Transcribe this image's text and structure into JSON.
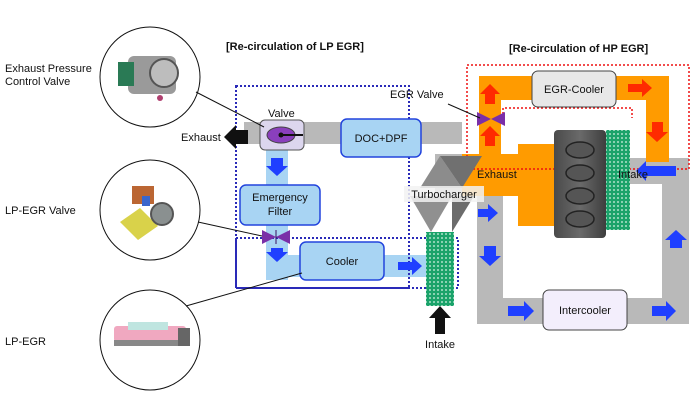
{
  "labels": {
    "exhaust_pressure_control_valve": [
      "Exhaust Pressure",
      "Control Valve"
    ],
    "lp_egr_valve": "LP-EGR Valve",
    "lp_egr": "LP-EGR",
    "lp_section_title": "[Re-circulation of LP EGR]",
    "hp_section_title": "[Re-circulation of HP EGR]",
    "valve": "Valve",
    "exhaust_outlet": "Exhaust",
    "doc_dpf": "DOC+DPF",
    "emergency_filter": [
      "Emergency",
      "Filter"
    ],
    "cooler": "Cooler",
    "turbocharger": "Turbocharger",
    "intake_bottom": "Intake",
    "egr_valve": "EGR Valve",
    "egr_cooler": "EGR-Cooler",
    "engine_exhaust": "Exhaust",
    "engine_intake": "Intake",
    "intercooler": "Intercooler"
  },
  "icons": [
    "exhaust-pressure-control-valve-photo",
    "lp-egr-valve-photo",
    "lp-egr-cooler-photo",
    "engine-block-icon",
    "turbocharger-icon"
  ],
  "colors": {
    "exhaust_pipe": "#b9b9b9",
    "egr_pipe": "#a8d4f3",
    "hp_egr_pipe": "#ff9b00",
    "component_box": "#a8d4f3",
    "component_border": "#2244dd",
    "flow_arrow": "#1f3fff",
    "hot_arrow": "#ff2a00",
    "lp_box": "#2a2ab8",
    "hp_box": "#ee1111",
    "intercooler_box": "#f3eefc",
    "mesh": "#1aa36a",
    "valve_purple": "#7a2fa8"
  }
}
